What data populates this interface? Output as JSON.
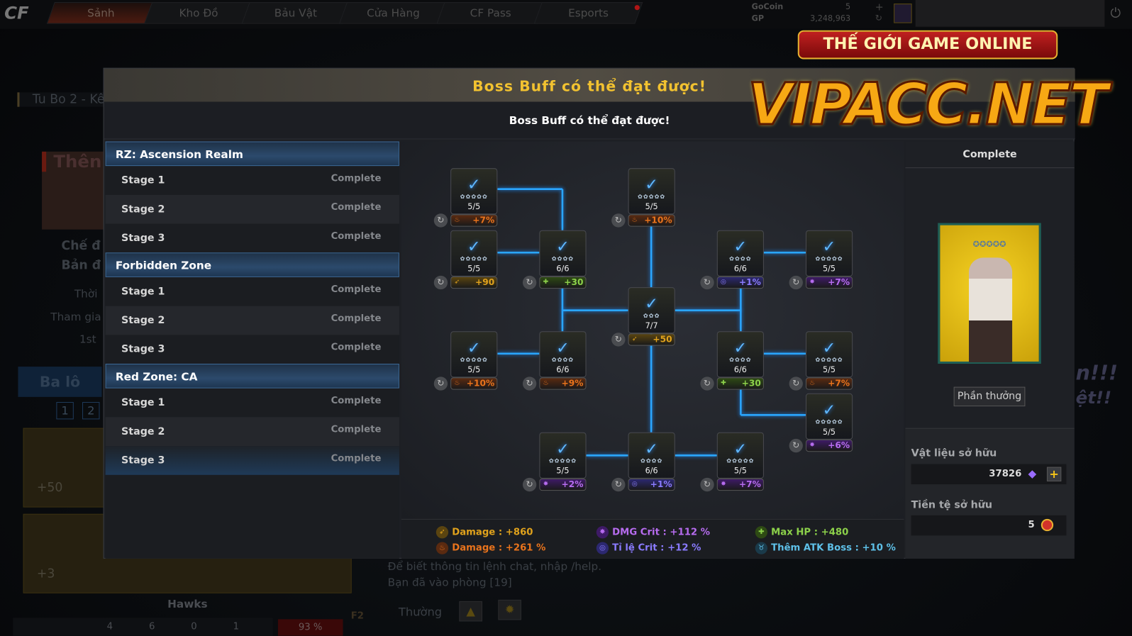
{
  "nav": {
    "tabs": [
      "Sảnh",
      "Kho Đồ",
      "Bảu Vật",
      "Cửa Hàng",
      "CF Pass",
      "Esports"
    ],
    "gocoin_label": "GoCoin",
    "gocoin_value": "5",
    "gp_label": "GP",
    "gp_value": "3,248,963"
  },
  "background": {
    "channel": "Tu Bo 2 - Kê",
    "banner": "Thên",
    "mode1": "Chế đ",
    "mode2": "Bản đ",
    "time": "Thời",
    "join": "Tham gia",
    "rank": "1st",
    "backpack": "Ba lô",
    "slot1": "1",
    "slot2": "2",
    "ammo1": "+50",
    "ammo2": "+3",
    "team": "Hawks",
    "chat1": "Để biết thông tin lệnh chat, nhập /help.",
    "chat2": "Bạn đã vào phòng [19]",
    "chat_mode": "Thường",
    "f2": "F2",
    "promo1": "n!!!",
    "promo2": "ệt!!",
    "status": [
      "4",
      "6",
      "0",
      "1"
    ],
    "hp": "93 %"
  },
  "watermark": {
    "top": "THẾ GIỚI GAME ONLINE",
    "main": "VIPACC.NET"
  },
  "modal": {
    "title": "Boss Buff có thể đạt được!",
    "subtitle": "Boss Buff có thể đạt được!"
  },
  "groups": [
    {
      "name": "RZ: Ascension Realm",
      "stages": [
        {
          "label": "Stage 1",
          "status": "Complete"
        },
        {
          "label": "Stage 2",
          "status": "Complete"
        },
        {
          "label": "Stage 3",
          "status": "Complete"
        }
      ]
    },
    {
      "name": "Forbidden Zone",
      "stages": [
        {
          "label": "Stage 1",
          "status": "Complete"
        },
        {
          "label": "Stage 2",
          "status": "Complete"
        },
        {
          "label": "Stage 3",
          "status": "Complete"
        }
      ]
    },
    {
      "name": "Red Zone: CA",
      "stages": [
        {
          "label": "Stage 1",
          "status": "Complete"
        },
        {
          "label": "Stage 2",
          "status": "Complete"
        },
        {
          "label": "Stage 3",
          "status": "Complete",
          "selected": true
        }
      ]
    }
  ],
  "nodes": [
    {
      "progress": "5/5",
      "stars": 5,
      "type": "fire",
      "buff": "+7%"
    },
    {
      "progress": "5/5",
      "stars": 5,
      "type": "fire",
      "buff": "+10%"
    },
    {
      "progress": "5/5",
      "stars": 5,
      "type": "gun",
      "buff": "+90"
    },
    {
      "progress": "6/6",
      "stars": 4,
      "type": "hp",
      "buff": "+30"
    },
    {
      "progress": "6/6",
      "stars": 4,
      "type": "critrate",
      "buff": "+1%"
    },
    {
      "progress": "5/5",
      "stars": 5,
      "type": "dmgcrit",
      "buff": "+7%"
    },
    {
      "progress": "7/7",
      "stars": 3,
      "type": "gun",
      "buff": "+50"
    },
    {
      "progress": "5/5",
      "stars": 5,
      "type": "fire",
      "buff": "+10%"
    },
    {
      "progress": "6/6",
      "stars": 4,
      "type": "fire",
      "buff": "+9%"
    },
    {
      "progress": "6/6",
      "stars": 4,
      "type": "hp",
      "buff": "+30"
    },
    {
      "progress": "5/5",
      "stars": 5,
      "type": "fire",
      "buff": "+7%"
    },
    {
      "progress": "5/5",
      "stars": 5,
      "type": "dmgcrit",
      "buff": "+6%"
    },
    {
      "progress": "5/5",
      "stars": 5,
      "type": "dmgcrit",
      "buff": "+2%"
    },
    {
      "progress": "6/6",
      "stars": 4,
      "type": "critrate",
      "buff": "+1%"
    },
    {
      "progress": "5/5",
      "stars": 5,
      "type": "dmgcrit",
      "buff": "+7%"
    }
  ],
  "buff_colors": {
    "fire": "#e8731c",
    "gun": "#e0a21c",
    "hp": "#8cd14a",
    "critrate": "#8a7bff",
    "dmgcrit": "#b76cf0",
    "boss": "#5ec0e8"
  },
  "stats": [
    {
      "type": "gun",
      "text": "Damage : +860"
    },
    {
      "type": "fire",
      "text": "Damage : +261 %"
    },
    {
      "type": "dmgcrit",
      "text": "DMG Crit : +112 %"
    },
    {
      "type": "critrate",
      "text": "Tỉ lệ Crit : +12 %"
    },
    {
      "type": "hp",
      "text": "Max HP : +480"
    },
    {
      "type": "boss",
      "text": "Thêm ATK Boss : +10 %"
    }
  ],
  "right": {
    "status": "Complete",
    "reward_button": "Phần thưởng",
    "materials_label": "Vật liệu sở hữu",
    "materials_value": "37826",
    "currency_label": "Tiền tệ sở hữu",
    "currency_value": "5"
  }
}
